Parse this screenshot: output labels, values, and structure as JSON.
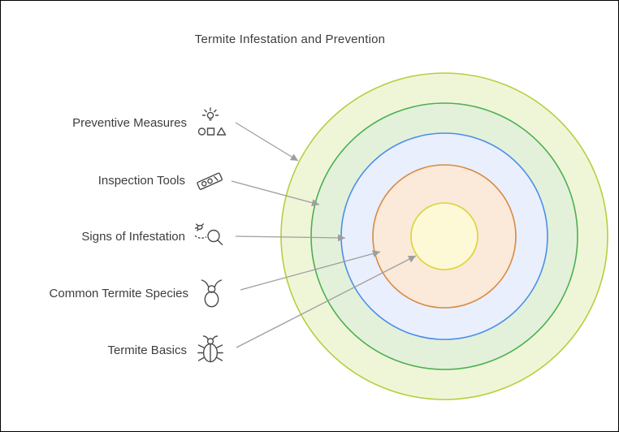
{
  "title": "Termite Infestation and Prevention",
  "layers": [
    {
      "label": "Preventive Measures",
      "icon": "idea-shapes-icon",
      "stroke": "#b4cf3e",
      "fill": "#eff6d8",
      "radius": 201
    },
    {
      "label": "Inspection Tools",
      "icon": "level-tool-icon",
      "stroke": "#4caf50",
      "fill": "#e3f1da",
      "radius": 164
    },
    {
      "label": "Signs of Infestation",
      "icon": "bug-magnifier-icon",
      "stroke": "#4b8ee8",
      "fill": "#e9effc",
      "radius": 127
    },
    {
      "label": "Common Termite Species",
      "icon": "termite-outline-icon",
      "stroke": "#d98a3f",
      "fill": "#fbe9d9",
      "radius": 88
    },
    {
      "label": "Termite Basics",
      "icon": "beetle-icon",
      "stroke": "#d6d636",
      "fill": "#fdf9d6",
      "radius": 41
    }
  ],
  "colors": {
    "arrow": "#9e9e9e",
    "text": "#3d3d3d",
    "icon_stroke": "#4b4b4b"
  }
}
